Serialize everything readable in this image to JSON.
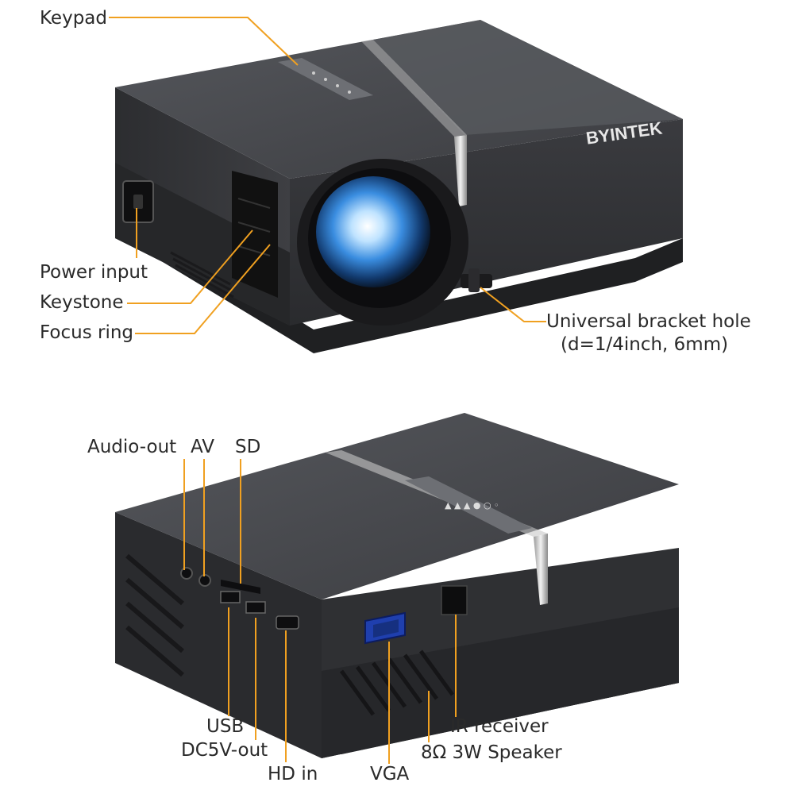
{
  "brand": "BYINTEK",
  "accent_color": "#f0a020",
  "body_color": "#3a3a3d",
  "top_view_labels": {
    "keypad": "Keypad",
    "power_input": "Power input",
    "keystone": "Keystone",
    "focus_ring": "Focus ring",
    "bracket_hole_line1": "Universal bracket hole",
    "bracket_hole_line2": "(d=1/4inch, 6mm)"
  },
  "bottom_view_labels": {
    "audio_out": "Audio-out",
    "av": "AV",
    "sd": "SD",
    "usb": "USB",
    "dc5v_out": "DC5V-out",
    "hd_in": "HD in",
    "vga": "VGA",
    "ir_receiver": "IR receiver",
    "speaker": "8Ω 3W Speaker"
  }
}
